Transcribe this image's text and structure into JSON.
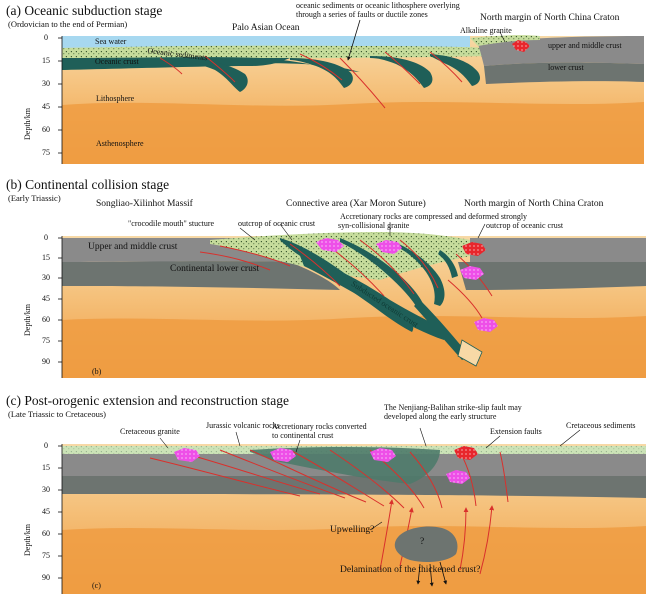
{
  "panels": {
    "a": {
      "title": "(a) Oceanic subduction stage",
      "subtitle": "(Ordovician to the end of Permian)",
      "depth_ticks": [
        "0",
        "15",
        "30",
        "45",
        "60",
        "75"
      ],
      "depth_label": "Depth/km",
      "labels": {
        "palo_asian_ocean": "Palo Asian Ocean",
        "sea_water": "Sea water",
        "oceanic_sediments": "Oceanic sediments",
        "oceanic_crust": "Oceanic crust",
        "lithosphere": "Lithosphere",
        "asthenosphere": "Asthenosphere",
        "overlying_line1": "oceanic sediments or oceanic lithosphere overlying",
        "overlying_line2": "through a series of faults or ductile zones",
        "north_margin": "North margin of North China Craton",
        "alkaline_granite": "Alkaline granite",
        "upper_middle_crust": "upper and middle crust",
        "lower_crust": "lower crust"
      }
    },
    "b": {
      "title": "(b) Continental collision stage",
      "subtitle": "(Early Triassic)",
      "depth_ticks": [
        "0",
        "15",
        "30",
        "45",
        "60",
        "75",
        "90"
      ],
      "depth_label": "Depth/km",
      "panel_letter": "(b)",
      "labels": {
        "songliao": "Songliao-Xilinhot Massif",
        "connective_area": "Connective area (Xar Moron Suture)",
        "north_margin": "North margin of North China Craton",
        "accretionary": "Accretionary rocks are compressed and deformed strongly",
        "crocodile": "\"crocodile mouth\" stucture",
        "outcrop_left": "outcrop of oceanic crust",
        "syn_collisional": "syn-collisional granite",
        "outcrop_right": "outcrop of oceanic crust",
        "upper_middle_crust": "Upper and middle crust",
        "continental_lower_crust": "Continental lower crust",
        "subducted": "Subducted oceanic crust"
      }
    },
    "c": {
      "title": "(c) Post-orogenic extension and reconstruction stage",
      "subtitle": "(Late Triassic to Cretaceous)",
      "depth_ticks": [
        "0",
        "15",
        "30",
        "45",
        "60",
        "75",
        "90"
      ],
      "depth_label": "Depth/km",
      "panel_letter": "(c)",
      "labels": {
        "cretaceous_granite": "Cretaceous granite",
        "jurassic_volcanic": "Jurassic volcanic rocks",
        "accretionary_line1": "Accretionary rocks converted",
        "accretionary_line2": "to continental crust",
        "nenjiang_line1": "The Nenjiang-Balihan strike-slip fault may",
        "nenjiang_line2": "developed along the early structure",
        "extension_faults": "Extension faults",
        "cretaceous_sediments": "Cretaceous sediments",
        "upwelling": "Upwelling?",
        "question": "?",
        "delamination": "Delamination of the thickened crust?"
      }
    }
  },
  "colors": {
    "sea": "#a7d8f0",
    "oceanic_crust": "#1f5f58",
    "sediment": "#c3d99a",
    "crust_upper": "#8a8a8a",
    "crust_lower": "#6d7470",
    "lithosphere": "#f6d4a0",
    "asthenosphere": "#f1a44c",
    "granite_red": "#e8262c",
    "granite_pink": "#ee4fe8",
    "fault": "#d9302c"
  }
}
